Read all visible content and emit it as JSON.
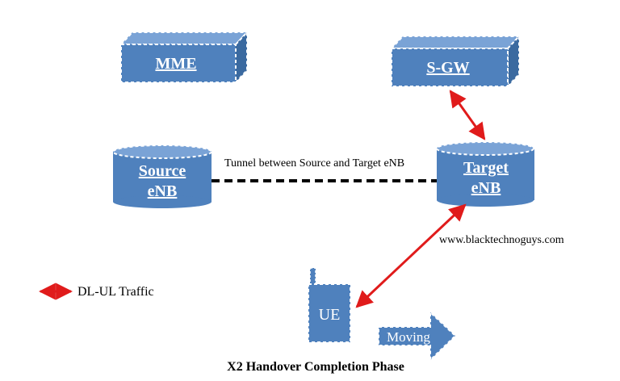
{
  "diagram": {
    "mme": "MME",
    "sgw": "S-GW",
    "source_enb": [
      "Source",
      "eNB"
    ],
    "target_enb": [
      "Target",
      "eNB"
    ],
    "ue": "UE",
    "moving": "Moving",
    "tunnel_label": "Tunnel between Source and Target eNB",
    "watermark": "www.blacktechnoguys.com",
    "legend_label": "DL-UL Traffic",
    "caption": "X2 Handover Completion Phase"
  },
  "colors": {
    "node_fill": "#4f81bd",
    "node_side": "#3b6aa0",
    "node_top": "#7aa3d6",
    "node_border": "#ffffff",
    "arrow": "#e01b1b",
    "tunnel": "#000000"
  },
  "icons": {
    "traffic_arrow": "double-headed-red-arrow-icon",
    "moving_arrow": "right-arrow-icon"
  }
}
